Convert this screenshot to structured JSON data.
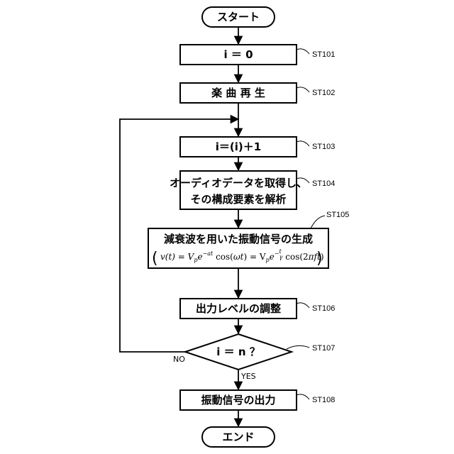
{
  "flowchart": {
    "start": "スタート",
    "end": "エンド",
    "steps": [
      {
        "id": "ST101",
        "text": "i ＝ 0"
      },
      {
        "id": "ST102",
        "text": "楽 曲 再 生"
      },
      {
        "id": "ST103",
        "text": "i＝(i)＋1"
      },
      {
        "id": "ST104",
        "line1": "オーディオデータを取得し、",
        "line2": "その構成要素を解析"
      },
      {
        "id": "ST105",
        "line1": "減衰波を用いた振動信号の生成",
        "formula": "v(t) = Vpe−at cos(ωt) = Vpe−t/γ cos(2πft)"
      },
      {
        "id": "ST106",
        "text": "出力レベルの調整"
      },
      {
        "id": "ST107",
        "text": "i ＝ n ？"
      },
      {
        "id": "ST108",
        "text": "振動信号の出力"
      }
    ],
    "branch_no": "NO",
    "branch_yes": "YES"
  }
}
